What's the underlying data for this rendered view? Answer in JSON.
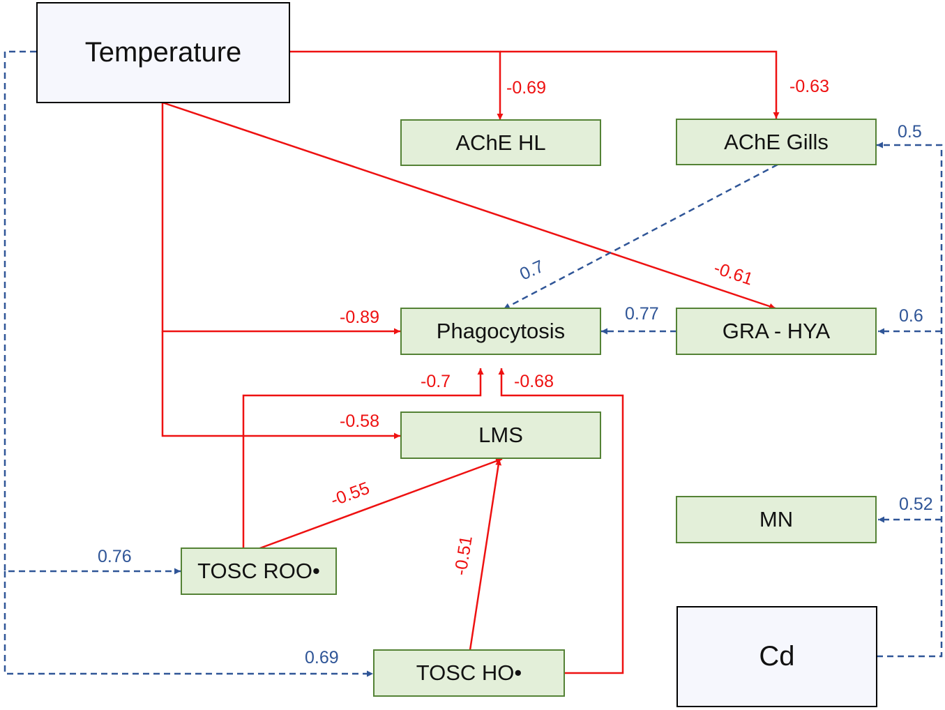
{
  "colors": {
    "negative": "#ee1111",
    "positive": "#2f5597",
    "node_fill": "#e3efd9",
    "node_border": "#548235",
    "driver_fill": "#f6f7fd",
    "driver_border": "#000000"
  },
  "drivers": {
    "temperature": "Temperature",
    "cd": "Cd"
  },
  "nodes": {
    "ache_hl": "AChE HL",
    "ache_gills": "AChE Gills",
    "phagocytosis": "Phagocytosis",
    "gra_hya": "GRA - HYA",
    "lms": "LMS",
    "mn": "MN",
    "tosc_roo": "TOSC ROO•",
    "tosc_ho": "TOSC HO•"
  },
  "edges": [
    {
      "id": "temp-ache-hl",
      "from": "Temperature",
      "to": "AChE HL",
      "value": "-0.69",
      "sign": "negative"
    },
    {
      "id": "temp-ache-gills",
      "from": "Temperature",
      "to": "AChE Gills",
      "value": "-0.63",
      "sign": "negative"
    },
    {
      "id": "temp-gra-hya",
      "from": "Temperature",
      "to": "GRA - HYA",
      "value": "-0.61",
      "sign": "negative"
    },
    {
      "id": "temp-phago",
      "from": "Temperature",
      "to": "Phagocytosis",
      "value": "-0.89",
      "sign": "negative"
    },
    {
      "id": "temp-lms",
      "from": "Temperature",
      "to": "LMS",
      "value": "-0.58",
      "sign": "negative"
    },
    {
      "id": "temp-tosc-roo",
      "from": "Temperature",
      "to": "TOSC ROO•",
      "value": "0.76",
      "sign": "positive"
    },
    {
      "id": "temp-tosc-ho",
      "from": "Temperature",
      "to": "TOSC HO•",
      "value": "0.69",
      "sign": "positive"
    },
    {
      "id": "ache-gills-phago",
      "from": "AChE Gills",
      "to": "Phagocytosis",
      "value": "0.7",
      "sign": "positive"
    },
    {
      "id": "gra-hya-phago",
      "from": "GRA - HYA",
      "to": "Phagocytosis",
      "value": "0.77",
      "sign": "positive"
    },
    {
      "id": "tosc-roo-phago",
      "from": "TOSC ROO•",
      "to": "Phagocytosis",
      "value": "-0.7",
      "sign": "negative"
    },
    {
      "id": "tosc-ho-phago",
      "from": "TOSC HO•",
      "to": "Phagocytosis",
      "value": "-0.68",
      "sign": "negative"
    },
    {
      "id": "tosc-roo-lms",
      "from": "TOSC ROO•",
      "to": "LMS",
      "value": "-0.55",
      "sign": "negative"
    },
    {
      "id": "tosc-ho-lms",
      "from": "TOSC HO•",
      "to": "LMS",
      "value": "-0.51",
      "sign": "negative"
    },
    {
      "id": "cd-ache-gills",
      "from": "Cd",
      "to": "AChE Gills",
      "value": "0.5",
      "sign": "positive"
    },
    {
      "id": "cd-gra-hya",
      "from": "Cd",
      "to": "GRA - HYA",
      "value": "0.6",
      "sign": "positive"
    },
    {
      "id": "cd-mn",
      "from": "Cd",
      "to": "MN",
      "value": "0.52",
      "sign": "positive"
    }
  ]
}
